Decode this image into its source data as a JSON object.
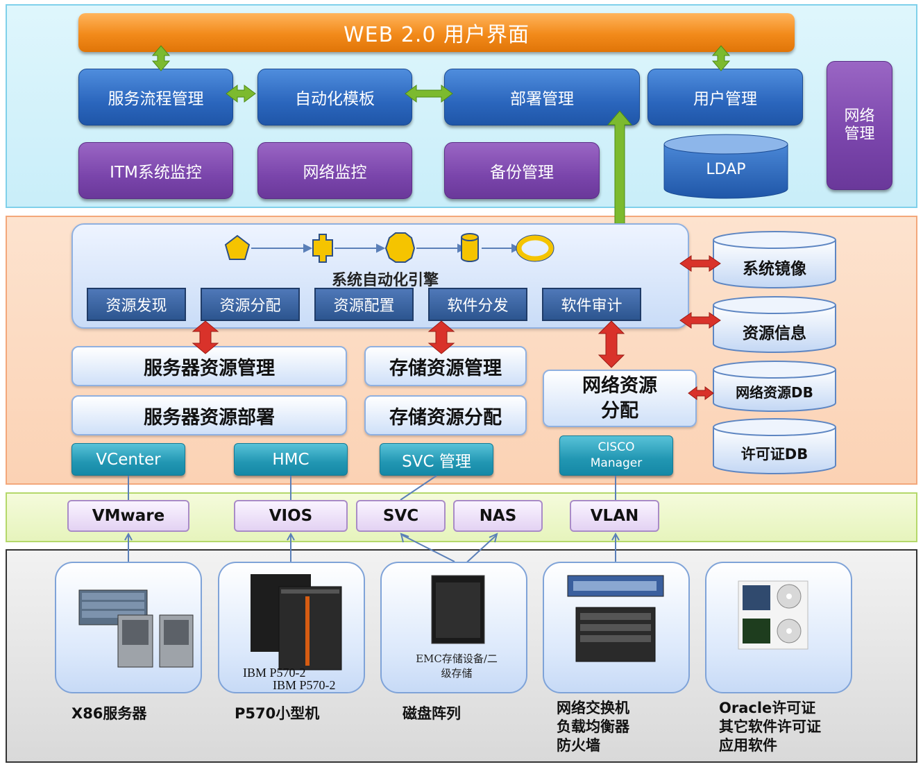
{
  "header": {
    "title": "WEB 2.0 用户界面"
  },
  "top": {
    "blue": [
      "服务流程管理",
      "自动化模板",
      "部署管理",
      "用户管理"
    ],
    "purple": [
      "ITM系统监控",
      "网络监控",
      "备份管理"
    ],
    "ldap": "LDAP",
    "net_mgmt": [
      "网络",
      "管理"
    ]
  },
  "engine": {
    "label": "系统自动化引擎",
    "steps": [
      "资源发现",
      "资源分配",
      "资源配置",
      "软件分发",
      "软件审计"
    ],
    "shape_color": "#f5c400"
  },
  "resources": {
    "server_mgmt": "服务器资源管理",
    "server_deploy": "服务器资源部署",
    "storage_mgmt": "存储资源管理",
    "storage_alloc": "存储资源分配",
    "network_alloc": [
      "网络资源",
      "分配"
    ]
  },
  "dbs": [
    "系统镜像",
    "资源信息",
    "网络资源DB",
    "许可证DB"
  ],
  "tools": {
    "vcenter": "VCenter",
    "hmc": "HMC",
    "svc": "SVC 管理",
    "cisco": [
      "CISCO",
      "Manager"
    ]
  },
  "virt": [
    "VMware",
    "VIOS",
    "SVC",
    "NAS",
    "VLAN"
  ],
  "hardware": {
    "ibm_labels": [
      "IBM P570-2",
      "IBM P570-2"
    ],
    "emc_label": [
      "EMC存储设备/二",
      "级存储"
    ],
    "labels": {
      "x86": "X86服务器",
      "p570": "P570小型机",
      "disk": "磁盘阵列",
      "network": [
        "网络交换机",
        "负载均衡器",
        "防火墙"
      ],
      "software": [
        "Oracle许可证",
        "其它软件许可证",
        "应用软件"
      ]
    }
  },
  "colors": {
    "orange": "#f28a1a",
    "blue": "#2b66bd",
    "purple": "#7a45ab",
    "teal": "#2196b2",
    "green_arrow": "#7cba2f",
    "red_arrow": "#d9322a"
  }
}
